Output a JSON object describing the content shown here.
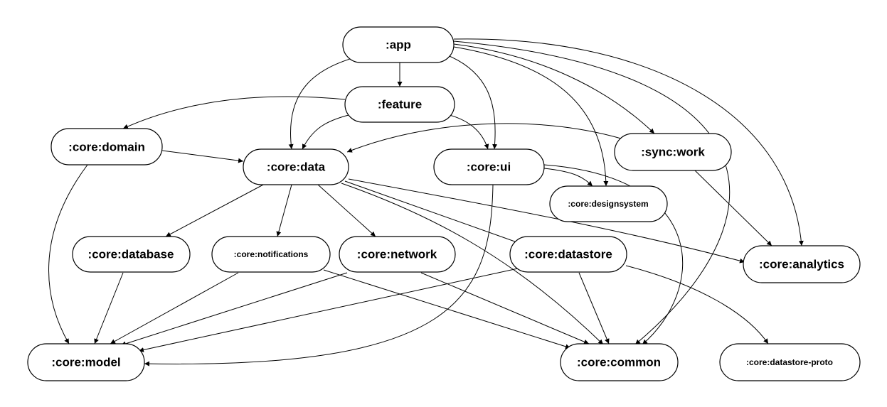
{
  "nodes": {
    "app": ":app",
    "feature": ":feature",
    "core_domain": ":core:domain",
    "core_data": ":core:data",
    "core_ui": ":core:ui",
    "sync_work": ":sync:work",
    "core_designsystem": ":core:designsystem",
    "core_database": ":core:database",
    "core_notifications": ":core:notifications",
    "core_network": ":core:network",
    "core_datastore": ":core:datastore",
    "core_analytics": ":core:analytics",
    "core_model": ":core:model",
    "core_common": ":core:common",
    "core_datastore_proto": ":core:datastore-proto"
  },
  "edges": [
    {
      "from": "app",
      "to": "feature"
    },
    {
      "from": "app",
      "to": "core_data"
    },
    {
      "from": "app",
      "to": "core_ui"
    },
    {
      "from": "app",
      "to": "core_designsystem"
    },
    {
      "from": "app",
      "to": "sync_work"
    },
    {
      "from": "app",
      "to": "core_analytics"
    },
    {
      "from": "app",
      "to": "core_common"
    },
    {
      "from": "feature",
      "to": "core_domain"
    },
    {
      "from": "feature",
      "to": "core_data"
    },
    {
      "from": "feature",
      "to": "core_ui"
    },
    {
      "from": "core_domain",
      "to": "core_data"
    },
    {
      "from": "core_domain",
      "to": "core_model"
    },
    {
      "from": "sync_work",
      "to": "core_data"
    },
    {
      "from": "sync_work",
      "to": "core_analytics"
    },
    {
      "from": "core_data",
      "to": "core_database"
    },
    {
      "from": "core_data",
      "to": "core_notifications"
    },
    {
      "from": "core_data",
      "to": "core_network"
    },
    {
      "from": "core_data",
      "to": "core_datastore"
    },
    {
      "from": "core_data",
      "to": "core_analytics"
    },
    {
      "from": "core_data",
      "to": "core_common"
    },
    {
      "from": "core_ui",
      "to": "core_designsystem"
    },
    {
      "from": "core_ui",
      "to": "core_model"
    },
    {
      "from": "core_ui",
      "to": "core_common"
    },
    {
      "from": "core_database",
      "to": "core_model"
    },
    {
      "from": "core_notifications",
      "to": "core_model"
    },
    {
      "from": "core_notifications",
      "to": "core_common"
    },
    {
      "from": "core_network",
      "to": "core_model"
    },
    {
      "from": "core_network",
      "to": "core_common"
    },
    {
      "from": "core_datastore",
      "to": "core_model"
    },
    {
      "from": "core_datastore",
      "to": "core_common"
    },
    {
      "from": "core_datastore",
      "to": "core_datastore_proto"
    }
  ]
}
